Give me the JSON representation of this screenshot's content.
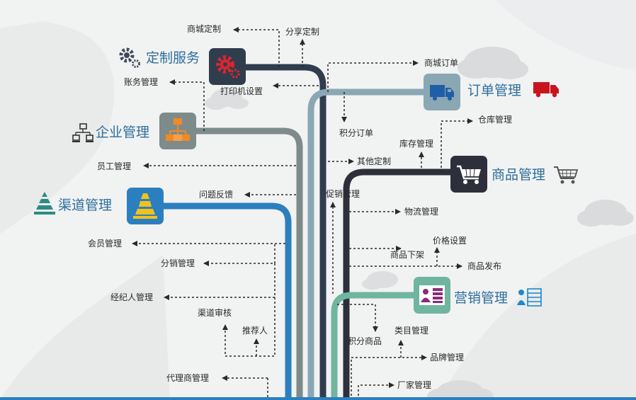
{
  "colors": {
    "dingzhi": "#2f3d4d",
    "dingdan": "#8aa7b4",
    "qiye": "#7e8b8b",
    "qudao": "#2c7fbf",
    "shangpin": "#2d2f3b",
    "yingxiao": "#6fb5a0",
    "text": "#2a2a2a",
    "title": "#2d6f9c",
    "truck_red": "#c9141e",
    "cone_yellow": "#f2c21c"
  },
  "sections": {
    "dingzhi": {
      "title": "定制服务",
      "icon": "gear-icon"
    },
    "dingdan": {
      "title": "订单管理",
      "icon": "truck-icon"
    },
    "qiye": {
      "title": "企业管理",
      "icon": "network-icon"
    },
    "qudao": {
      "title": "渠道管理",
      "icon": "traffic-cone-icon"
    },
    "shangpin": {
      "title": "商品管理",
      "icon": "shopping-cart-icon"
    },
    "yingxiao": {
      "title": "营销管理",
      "icon": "contact-card-icon"
    }
  },
  "labels": {
    "shangcheng_dingzhi": "商城定制",
    "fenxiang_dingzhi": "分享定制",
    "zhangwu_guanli": "账务管理",
    "dayinji_shezhi": "打印机设置",
    "shangcheng_dingdan": "商城订单",
    "jifen_dingdan": "积分订单",
    "cangku_guanli": "仓库管理",
    "kucun_guanli": "库存管理",
    "qita_dingzhi": "其他定制",
    "yuangong_guanli": "员工管理",
    "wenti_fankui": "问题反馈",
    "cuxiao_guanli": "促销管理",
    "wuliu_guanli": "物流管理",
    "huiyuan_guanli": "会员管理",
    "jiage_shezhi": "价格设置",
    "shangpin_xiajia": "商品下架",
    "shangpin_fabu": "商品发布",
    "fenxiao_guanli": "分销管理",
    "jingjiren_guanli": "经纪人管理",
    "qudao_shenhe": "渠道审核",
    "tuijianren": "推荐人",
    "jifen_shangpin": "积分商品",
    "leimu_guanli": "类目管理",
    "pinpai_guanli": "品牌管理",
    "dailishang_guanli": "代理商管理",
    "changjia_guanli": "厂家管理"
  }
}
